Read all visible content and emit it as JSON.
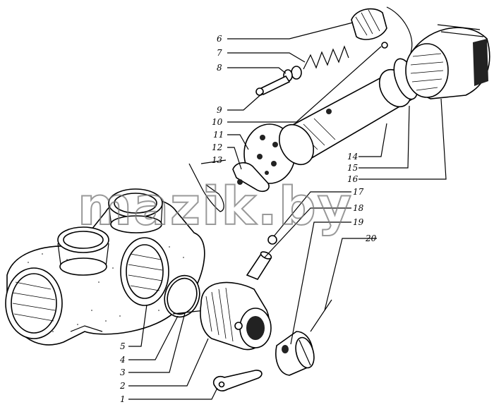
{
  "watermark": "mazik.by",
  "callouts": [
    {
      "id": "c1",
      "label": "1"
    },
    {
      "id": "c2",
      "label": "2"
    },
    {
      "id": "c3",
      "label": "3"
    },
    {
      "id": "c4",
      "label": "4"
    },
    {
      "id": "c5",
      "label": "5"
    },
    {
      "id": "c6",
      "label": "6"
    },
    {
      "id": "c7",
      "label": "7"
    },
    {
      "id": "c8",
      "label": "8"
    },
    {
      "id": "c9",
      "label": "9"
    },
    {
      "id": "c10",
      "label": "10"
    },
    {
      "id": "c11",
      "label": "11"
    },
    {
      "id": "c12",
      "label": "12"
    },
    {
      "id": "c13",
      "label": "13"
    },
    {
      "id": "c14",
      "label": "14"
    },
    {
      "id": "c15",
      "label": "15"
    },
    {
      "id": "c16",
      "label": "16"
    },
    {
      "id": "c17",
      "label": "17"
    },
    {
      "id": "c18",
      "label": "18"
    },
    {
      "id": "c19",
      "label": "19"
    },
    {
      "id": "c20",
      "label": "20"
    }
  ]
}
